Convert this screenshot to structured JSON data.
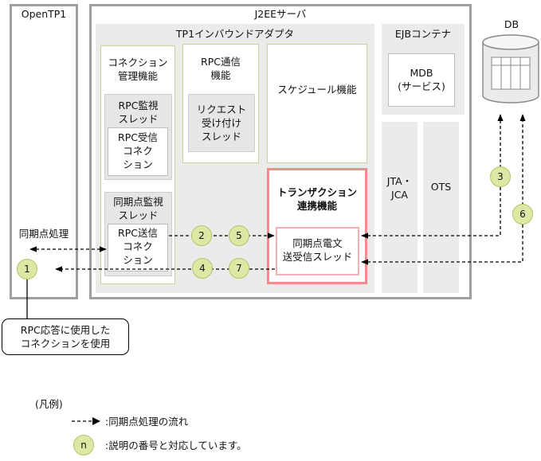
{
  "opentp1": {
    "title": "OpenTP1",
    "sync_label": "同期点処理"
  },
  "j2ee": {
    "title": "J2EEサーバ"
  },
  "adapter": {
    "title": "TP1インバウンドアダプタ"
  },
  "conn_mgmt": {
    "title_l1": "コネクション",
    "title_l2": "管理機能",
    "rpc_monitor_l1": "RPC監視",
    "rpc_monitor_l2": "スレッド",
    "rpc_recv_l1": "RPC受信",
    "rpc_recv_l2": "コネク",
    "rpc_recv_l3": "ション",
    "sync_monitor_l1": "同期点監視",
    "sync_monitor_l2": "スレッド",
    "rpc_send_l1": "RPC送信",
    "rpc_send_l2": "コネク",
    "rpc_send_l3": "ション"
  },
  "rpc_comm": {
    "title_l1": "RPC通信",
    "title_l2": "機能",
    "req_l1": "リクエスト",
    "req_l2": "受け付け",
    "req_l3": "スレッド"
  },
  "scheduler": {
    "title": "スケジュール機能"
  },
  "tx": {
    "title_l1": "トランザクション",
    "title_l2": "連携機能",
    "thread_l1": "同期点電文",
    "thread_l2": "送受信スレッド"
  },
  "ejb": {
    "title": "EJBコンテナ",
    "mdb_l1": "MDB",
    "mdb_l2": "(サービス)"
  },
  "jta": {
    "l1": "JTA・",
    "l2": "JCA"
  },
  "ots": {
    "label": "OTS"
  },
  "db": {
    "label": "DB"
  },
  "steps": [
    "1",
    "2",
    "3",
    "4",
    "5",
    "6",
    "7"
  ],
  "callout": {
    "l1": "RPC応答に使用した",
    "l2": "コネクションを使用"
  },
  "legend": {
    "title": "(凡例)",
    "flow_text": ":同期点処理の流れ",
    "circle_symbol": "n",
    "circle_text": ":説明の番号と対応しています。"
  },
  "colors": {
    "frame": "#9f9f9f",
    "panel": "#ebebeb",
    "green_border": "#c6d49a",
    "tx_border": "#ef8b8b",
    "circle_fill": "#dfe7a4"
  }
}
